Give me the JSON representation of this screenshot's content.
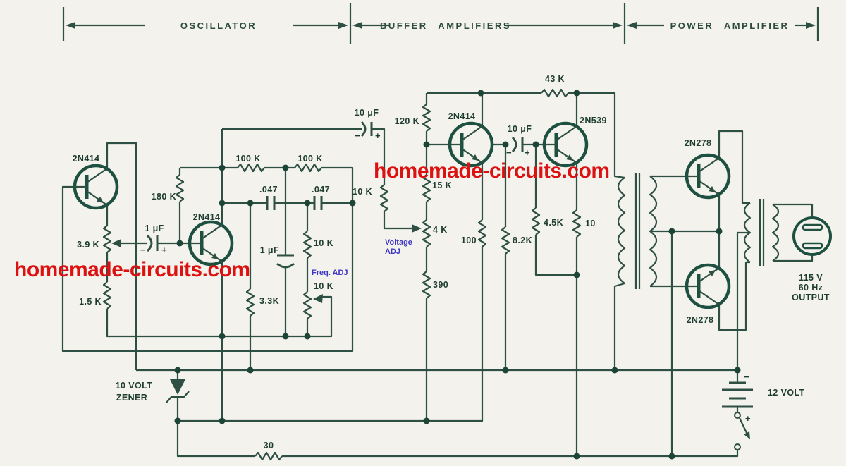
{
  "colors": {
    "paper": "#f3f2ec",
    "ink": "#2d4f44",
    "component_text": "#1e3c31",
    "watermark_red": "#dc1111",
    "adjust_blue": "#3b34c4"
  },
  "headers": {
    "oscillator": "OSCILLATOR",
    "buffer": "BUFFER AMPLIFIERS",
    "power": "POWER AMPLIFIER"
  },
  "watermark": {
    "text": "homemade-circuits.com"
  },
  "oscillator": {
    "q1": "2N414",
    "q2": "2N414",
    "r_emitter_pot": "3.9 K",
    "r_emitter": "1.5 K",
    "r_base": "180 K",
    "c_couple": "1 μF",
    "r_fb1": "100 K",
    "r_fb2": "100 K",
    "c_shift1": ".047",
    "c_shift2": ".047",
    "c_tank": "1 μF",
    "r_33": "3.3K",
    "r_freq_fixed": "10 K",
    "freq_adj": "Freq. ADJ",
    "r_freq_pot": "10 K"
  },
  "buffer": {
    "c_in": "10 μF",
    "r_series": "10 K",
    "voltage_adj1": "Voltage",
    "voltage_adj2": "ADJ",
    "r_bias_top": "120 K",
    "q3": "2N414",
    "r_bias_mid": "15 K",
    "r_pot": "4 K",
    "r_bias_bot": "390",
    "r_emitter1": "100",
    "c_couple": "10 μF",
    "r_fb": "43 K",
    "q4": "2N539",
    "r_base": "4.5K",
    "r_emitter2": "10",
    "r_collector": "8.2K"
  },
  "power": {
    "q5": "2N278",
    "q6": "2N278",
    "output1": "115 V",
    "output2": "60 Hz",
    "output3": "OUTPUT"
  },
  "supply": {
    "zener1": "10 VOLT",
    "zener2": "ZENER",
    "r_ballast": "30",
    "battery": "12 VOLT",
    "minus": "−",
    "plus": "+"
  },
  "polarity": {
    "minus": "−",
    "plus": "+"
  }
}
